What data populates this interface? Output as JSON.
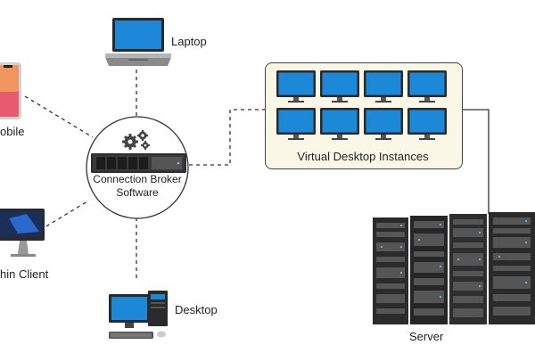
{
  "diagram": {
    "center": {
      "label_line1": "Connection Broker",
      "label_line2": "Software",
      "gear_icon": "gears-icon",
      "device_icon": "rack-server-icon"
    },
    "nodes": {
      "laptop": {
        "label": "Laptop",
        "icon": "laptop-icon"
      },
      "mobile": {
        "label": "obile",
        "icon": "smartphone-icon"
      },
      "thin_client": {
        "label": "hin Client",
        "icon": "monitor-icon"
      },
      "desktop": {
        "label": "Desktop",
        "icon": "desktop-computer-icon"
      },
      "vdi": {
        "label": "Virtual Desktop Instances",
        "icon": "monitor-icon",
        "count": 8
      },
      "server": {
        "label": "Server",
        "icon": "server-rack-icon"
      }
    },
    "colors": {
      "monitor_screen": "#1e88d8",
      "panel_background": "#fbf7e6",
      "rack": "#2b2b2b",
      "line": "#333333"
    }
  }
}
